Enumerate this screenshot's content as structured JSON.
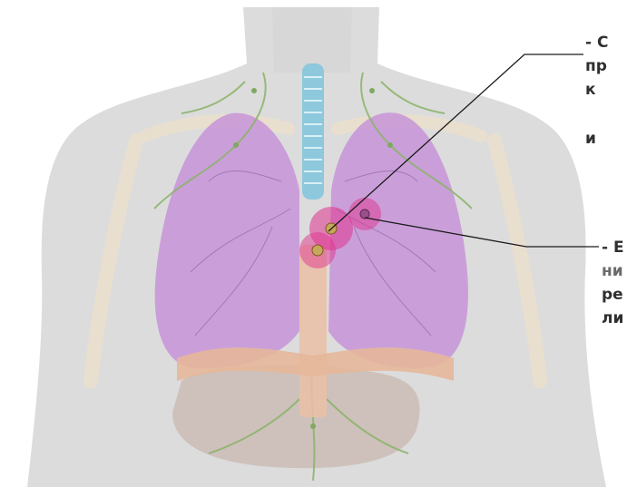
{
  "labels": {
    "upper": {
      "lines": [
        "- С",
        "пр",
        "к",
        "и"
      ],
      "color": "#2f2f2f"
    },
    "lower": {
      "lines": [
        "- Е",
        "ни",
        "ре",
        "ли"
      ],
      "colors": [
        "#2f2f2f",
        "#6a6a6a",
        "#2f2f2f",
        "#2f2f2f"
      ]
    }
  },
  "colors": {
    "background": "#ffffff",
    "body": "#dcdcdc",
    "lung": "#c794d8",
    "tumor": "#e0338f",
    "trachea": "#8ec8dc",
    "lymph": "#8ab36a",
    "diaphragm": "#e6b79a",
    "liver": "#c9b8b0",
    "leader_line": "#1a1a1a"
  }
}
